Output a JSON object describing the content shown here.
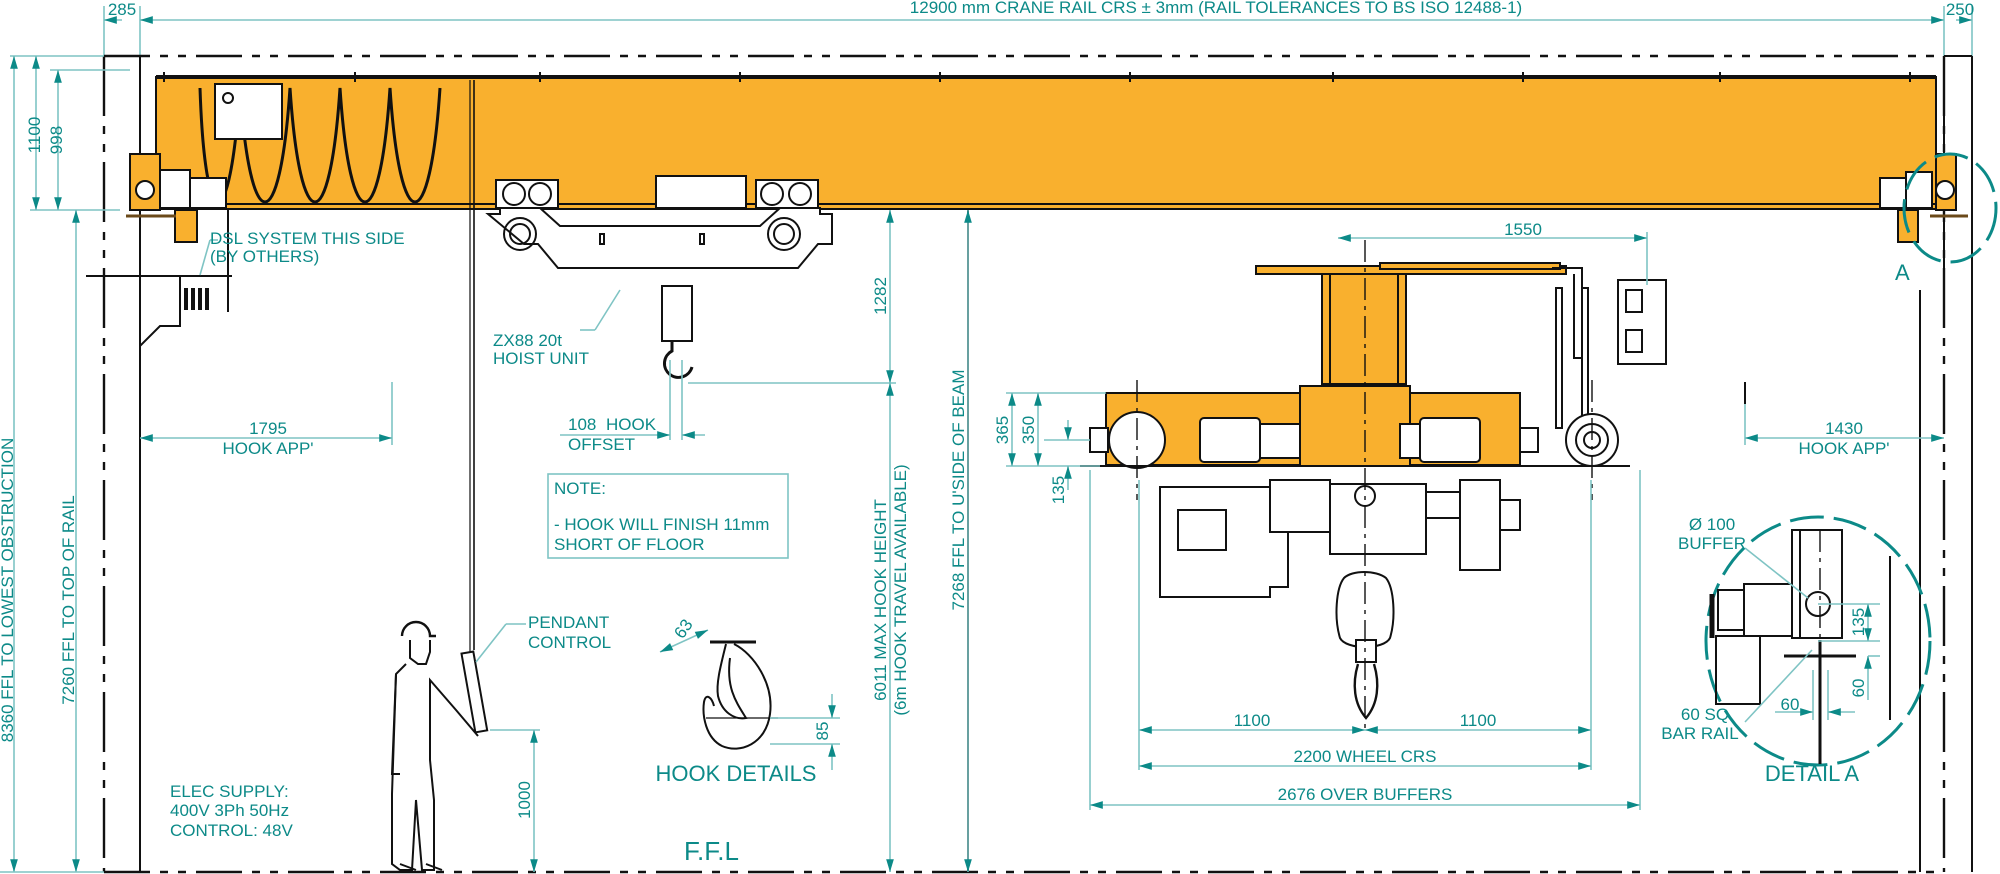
{
  "drawing": {
    "title_dimension": "12900  mm CRANE RAIL CRS ± 3mm (RAIL TOLERANCES TO BS ISO 12488-1)",
    "colors": {
      "beam": "#f9b02e",
      "annotation": "#0c8a88",
      "dimension_line": "#7fc4c4",
      "ink": "#111111"
    },
    "top_dims": {
      "left_offset": "285",
      "right_offset": "250"
    },
    "left_vertical_dims": {
      "overall_height": "1100",
      "beam_height": "998",
      "lowest_obstruction": "8360  FFL TO LOWEST OBSTRUCTION",
      "top_of_rail": "7260  FFL TO TOP OF RAIL"
    },
    "labels": {
      "dsl_line1": "DSL SYSTEM THIS SIDE",
      "dsl_line2": "(BY OTHERS)",
      "hoist_line1": "ZX88 20t",
      "hoist_line2": "HOIST UNIT",
      "pendant_line1": "PENDANT",
      "pendant_line2": "CONTROL",
      "elec_line1": "ELEC SUPPLY:",
      "elec_line2": "400V 3Ph 50Hz",
      "elec_line3": "CONTROL: 48V",
      "ffl": "F.F.L",
      "hook_details": "HOOK DETAILS",
      "detail_a_marker": "A",
      "detail_a_title": "DETAIL A"
    },
    "hook_approach": {
      "left_value": "1795",
      "left_label": "HOOK APP'",
      "right_value": "1430",
      "right_label": "HOOK APP'"
    },
    "hook_offset": {
      "value": "108",
      "label_1": "HOOK",
      "label_2": "OFFSET"
    },
    "note": {
      "title": "NOTE:",
      "line1": "- HOOK WILL FINISH 11mm",
      "line2": "SHORT OF FLOOR"
    },
    "vertical_dims": {
      "hook_to_beam": "1282",
      "max_hook_line1": "6011  MAX HOOK HEIGHT",
      "max_hook_line2": "(6m HOOK TRAVEL AVAILABLE)",
      "underside_beam": "7268  FFL TO U'SIDE OF BEAM",
      "pendant_height": "1000"
    },
    "hook_detail_dims": {
      "throat": "63",
      "depth": "85"
    },
    "end_carriage_dims": {
      "width_top": "1550",
      "h365": "365",
      "h350": "350",
      "h135": "135",
      "half_left": "1100",
      "half_right": "1100",
      "wheel_crs": "2200  WHEEL CRS",
      "over_buffers": "2676  OVER BUFFERS"
    },
    "detail_a": {
      "buffer_line1": "Ø 100",
      "buffer_line2": "BUFFER",
      "rail_line1": "60 SQ",
      "rail_line2": "BAR RAIL",
      "dim_135": "135",
      "dim_60_v": "60",
      "dim_60_h": "60"
    }
  }
}
